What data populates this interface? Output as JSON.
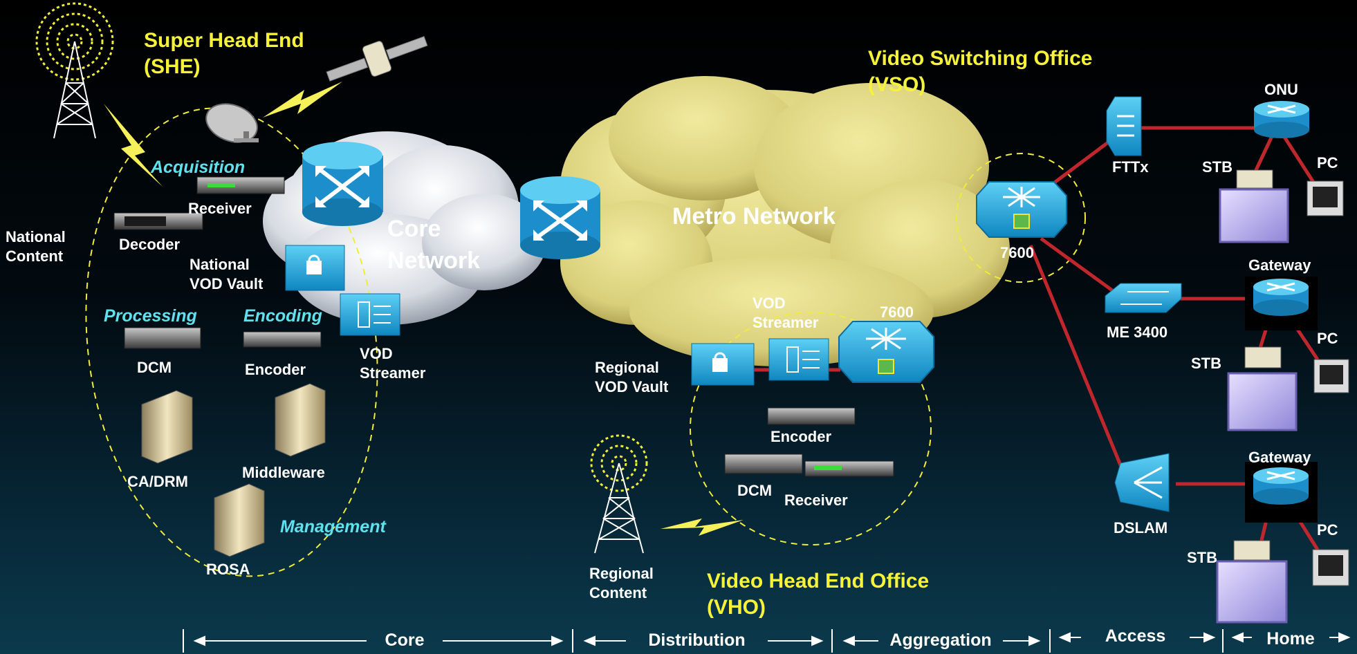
{
  "sites": {
    "she": "Super Head End\n(SHE)",
    "vso": "Video Switching Office\n(VSO)",
    "vho": "Video Head End Office\n(VHO)"
  },
  "clouds": {
    "core": "Core\nNetwork",
    "metro": "Metro Network"
  },
  "functions": {
    "acquisition": "Acquisition",
    "processing": "Processing",
    "encoding": "Encoding",
    "management": "Management"
  },
  "devices": {
    "national_content": "National\nContent",
    "receiver": "Receiver",
    "decoder": "Decoder",
    "national_vod_vault": "National\nVOD Vault",
    "dcm": "DCM",
    "encoder": "Encoder",
    "vod_streamer": "VOD\nStreamer",
    "ca_drm": "CA/DRM",
    "middleware": "Middleware",
    "rosa": "ROSA",
    "regional_vod_vault": "Regional\nVOD Vault",
    "vho_vod_streamer": "VOD\nStreamer",
    "vho_7600": "7600",
    "vho_encoder": "Encoder",
    "vho_dcm": "DCM",
    "vho_receiver": "Receiver",
    "regional_content": "Regional\nContent",
    "vso_7600": "7600",
    "fttx": "FTTx",
    "me3400": "ME 3400",
    "dslam": "DSLAM",
    "onu": "ONU",
    "gateway1": "Gateway",
    "gateway2": "Gateway",
    "stb1": "STB",
    "stb2": "STB",
    "stb3": "STB",
    "pc1": "PC",
    "pc2": "PC",
    "pc3": "PC"
  },
  "bottom_bar": {
    "core": "Core",
    "distribution": "Distribution",
    "aggregation": "Aggregation",
    "access": "Access",
    "home": "Home"
  },
  "colors": {
    "site_label": "#f6f23a",
    "function_label": "#5fe2ee",
    "link_red": "#c0272d",
    "cisco_blue": "#1ba3d8",
    "metro_cloud": "#d9cf7a"
  }
}
